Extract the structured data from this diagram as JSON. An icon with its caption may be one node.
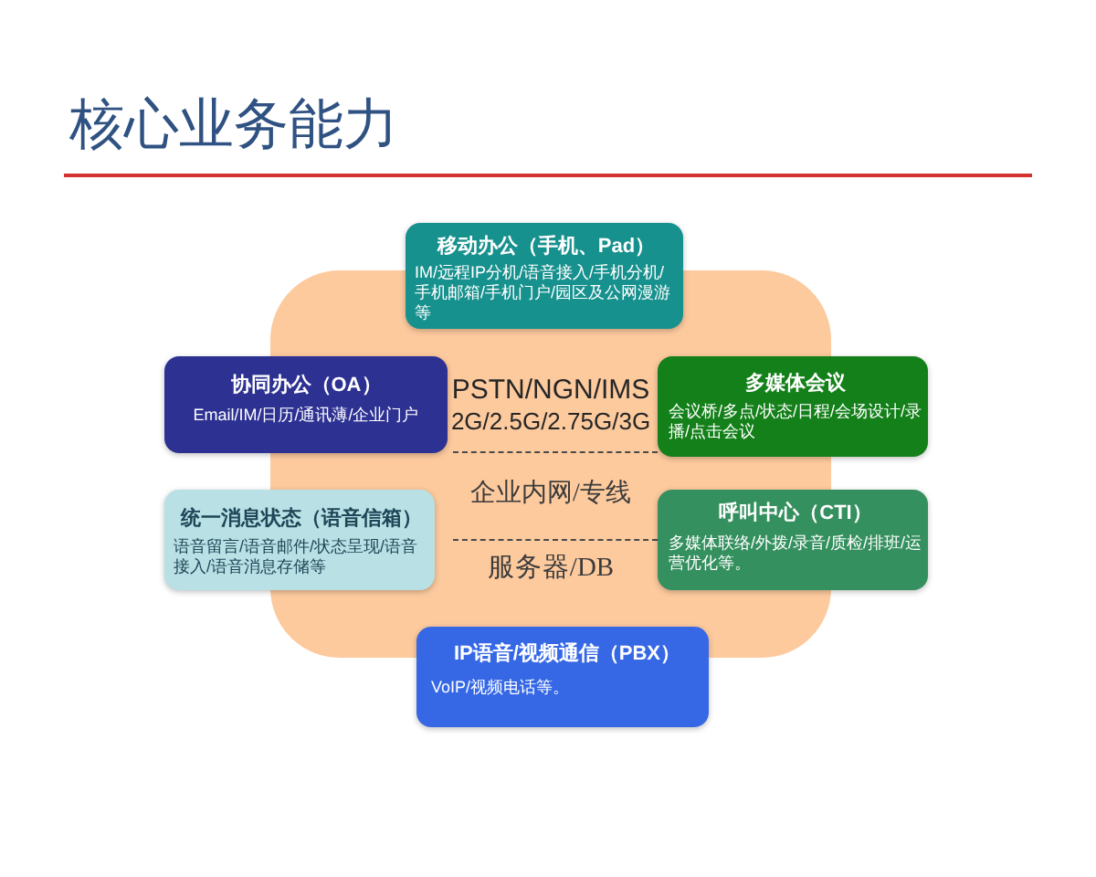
{
  "diagram": {
    "title": "核心业务能力",
    "nodes": [
      {
        "text": [
          "PSTN/NGN/IMS",
          "2G/2.5G/2.75G/3G",
          "企业内网/专线",
          "服务器/DB"
        ]
      },
      {
        "text": [
          "移动办公（手机、Pad）",
          "IM/远程IP分机/语音接入/手机分机/手机邮箱/手机门户/园区及公网漫游等"
        ]
      },
      {
        "text": [
          "协同办公（OA）",
          "Email/IM/日历/通讯薄/企业门户"
        ]
      },
      {
        "text": [
          "多媒体会议",
          "会议桥/多点/状态/日程/会场设计/录播/点击会议"
        ]
      },
      {
        "text": [
          "统一消息状态（语音信箱）",
          "语音留言/语音邮件/状态呈现/语音接入/语音消息存储等"
        ]
      },
      {
        "text": [
          "呼叫中心（CTI）",
          "多媒体联络/外拨/录音/质检/排班/运营优化等。"
        ]
      },
      {
        "text": [
          "IP语音/视频通信（PBX）",
          "VoIP/视频电话等。"
        ]
      }
    ]
  }
}
